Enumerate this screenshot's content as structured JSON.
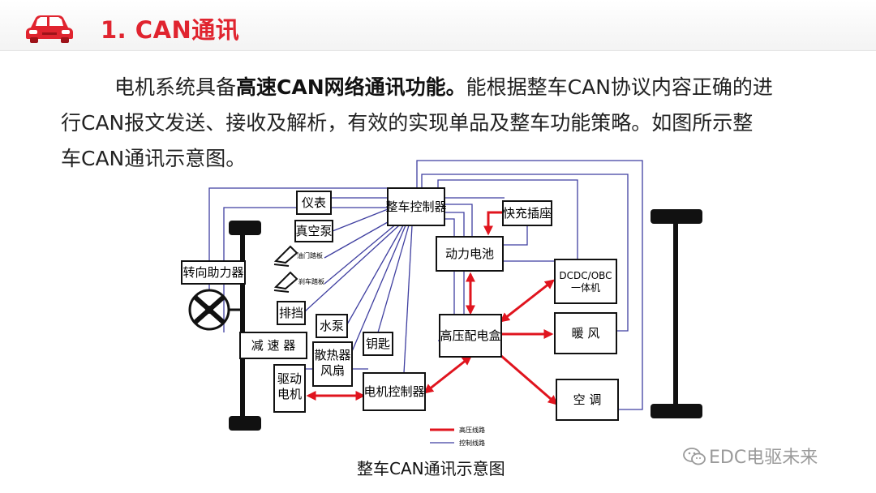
{
  "header": {
    "title": "1. CAN通讯"
  },
  "paragraph": {
    "lead": "电机系统具备",
    "bold": "高速CAN网络通讯功能。",
    "line1_rest": "能根据整车CAN协议内容正确的进",
    "line2": "行CAN报文发送、接收及解析，有效的实现单品及整车功能策略。如图所示整",
    "line3": "车CAN通讯示意图。"
  },
  "diagram": {
    "nodes": {
      "vcu": "整车控制器",
      "instrument": "仪表",
      "vacuum_pump": "真空泵",
      "throttle_pedal": "油门踏板",
      "brake_pedal": "刹车踏板",
      "gear_shift": "排挡",
      "steering_assist": "转向助力器",
      "reducer": "减 速 器",
      "drive_motor": "驱动\n电机",
      "water_pump": "水泵",
      "radiator_fan": "散热器\n风扇",
      "key": "钥匙",
      "motor_controller": "电机控制器",
      "fast_charge_socket": "快充插座",
      "power_battery": "动力电池",
      "hv_distribution_box": "高压配电盒",
      "dcdc_obc": "DCDC/OBC\n一体机",
      "heater": "暖 风",
      "air_conditioner": "空 调"
    },
    "legend": {
      "high_voltage": "高压线路",
      "control": "控制线路",
      "high_voltage_color": "#e0141e",
      "control_color": "#3f3fa0"
    }
  },
  "caption": "整车CAN通讯示意图",
  "watermark": "EDC电驱未来",
  "colors": {
    "accent": "#e0242f"
  }
}
